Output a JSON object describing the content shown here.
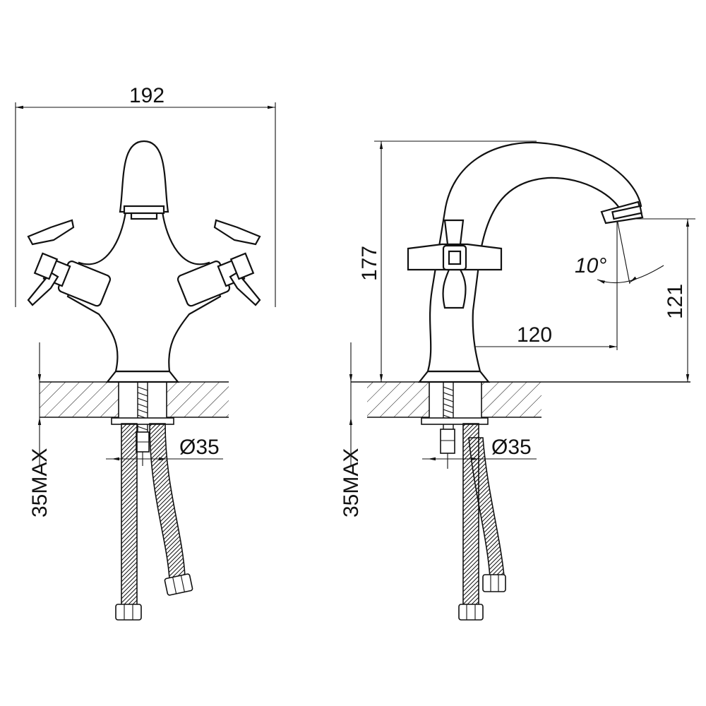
{
  "front_view": {
    "width_label": "192",
    "diameter_label": "Ø35",
    "max_thickness_label": "35MAX"
  },
  "side_view": {
    "height_label": "177",
    "spout_height_label": "121",
    "reach_label": "120",
    "angle_label": "10°",
    "diameter_label": "Ø35",
    "max_thickness_label": "35MAX"
  }
}
